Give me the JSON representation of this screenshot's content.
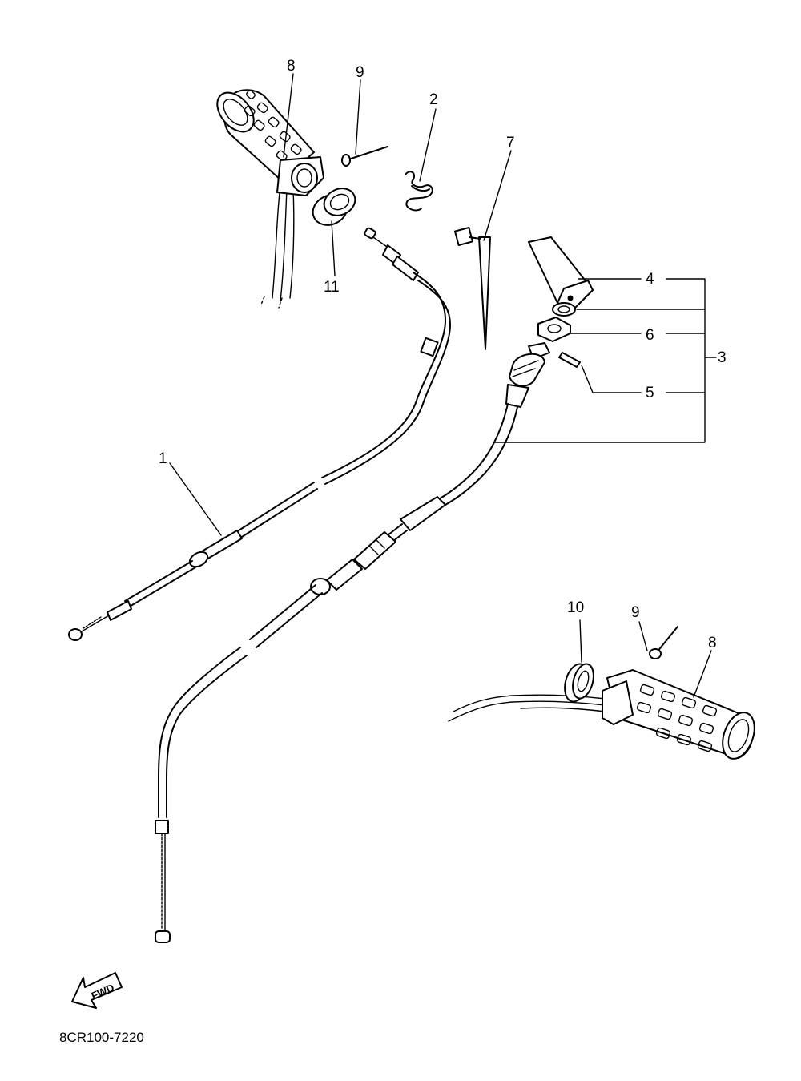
{
  "callouts": [
    {
      "id": "c1",
      "text": "1"
    },
    {
      "id": "c2",
      "text": "2"
    },
    {
      "id": "c3",
      "text": "3"
    },
    {
      "id": "c4",
      "text": "4"
    },
    {
      "id": "c5",
      "text": "5"
    },
    {
      "id": "c6",
      "text": "6"
    },
    {
      "id": "c7",
      "text": "7"
    },
    {
      "id": "c8a",
      "text": "8"
    },
    {
      "id": "c8b",
      "text": "8"
    },
    {
      "id": "c9a",
      "text": "9"
    },
    {
      "id": "c9b",
      "text": "9"
    },
    {
      "id": "c10",
      "text": "10"
    },
    {
      "id": "c11",
      "text": "11"
    }
  ],
  "direction_arrow": {
    "label": "FWD"
  },
  "drawing_code": "8CR100-7220"
}
